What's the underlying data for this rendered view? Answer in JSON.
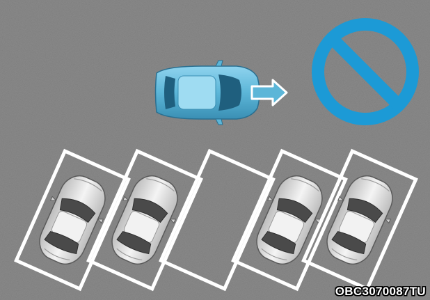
{
  "illustration": {
    "image_code": "OBC3070087TU",
    "colors": {
      "asphalt": "#8a8a8a",
      "line_paint": "#ffffff",
      "moving_car": "#5cb6d8",
      "prohibition_sign": "#1c9ad6",
      "parked_car": "#e6e6e6"
    },
    "parking_spaces": [
      {
        "id": "space-1",
        "occupied": true
      },
      {
        "id": "space-2",
        "occupied": true
      },
      {
        "id": "space-3",
        "occupied": false
      },
      {
        "id": "space-4",
        "occupied": true
      },
      {
        "id": "space-5",
        "occupied": true
      }
    ],
    "moving_car_direction": "right",
    "prohibition_icon": "no-entry-icon"
  }
}
